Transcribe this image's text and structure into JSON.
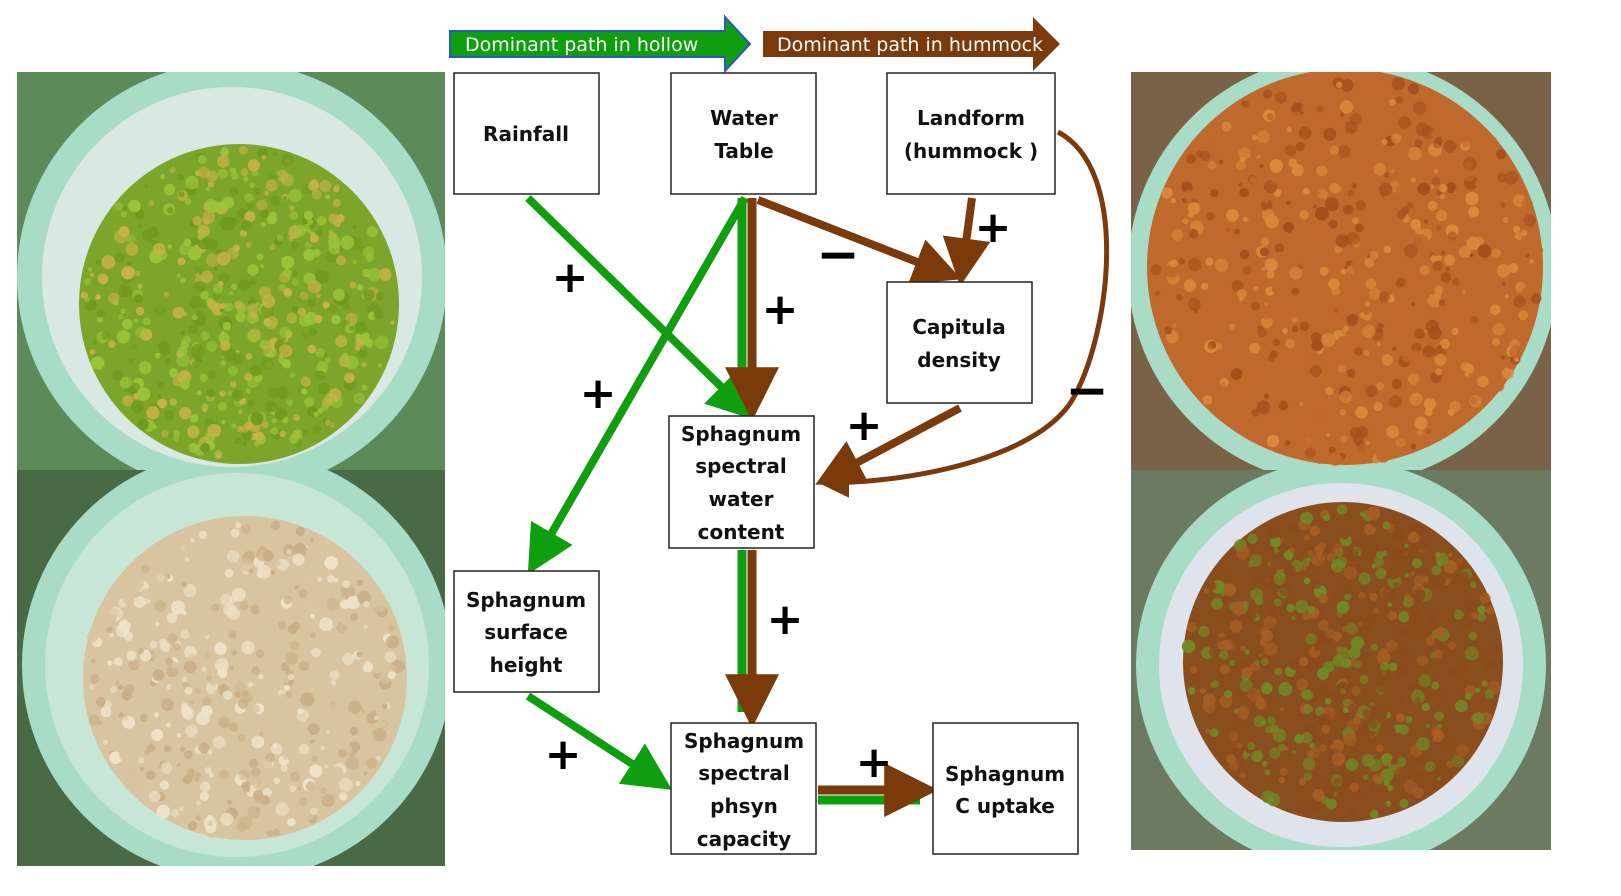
{
  "legend": {
    "hollow": {
      "label": "Dominant path in hollow",
      "color": "#0e9e0e"
    },
    "hummock": {
      "label": "Dominant path in hummock",
      "color": "#7a3a0a"
    }
  },
  "nodes": {
    "rainfall": [
      "Rainfall"
    ],
    "water_table": [
      "Water",
      "Table"
    ],
    "landform": [
      "Landform",
      "(hummock )"
    ],
    "capitula_density": [
      "Capitula",
      "density"
    ],
    "spectral_water_content": [
      "Sphagnum",
      "spectral",
      "water",
      "content"
    ],
    "surface_height": [
      "Sphagnum",
      "surface",
      "height"
    ],
    "phsyn_capacity": [
      "Sphagnum",
      "spectral",
      "phsyn",
      "capacity"
    ],
    "c_uptake": [
      "Sphagnum",
      "C uptake"
    ]
  },
  "signs": {
    "rainfall_to_water_content": "+",
    "water_table_to_water_content": "+",
    "water_table_to_surface_height": "+",
    "water_table_to_capitula": "−",
    "landform_to_capitula": "+",
    "capitula_to_water_content": "+",
    "landform_to_water_content": "−",
    "water_content_to_phsyn": "+",
    "surface_height_to_phsyn": "+",
    "phsyn_to_c_uptake": "+"
  },
  "photos": {
    "top_left": {
      "palette": [
        "#9cc43a",
        "#6f9a1f",
        "#c9b24a"
      ]
    },
    "bottom_left": {
      "palette": [
        "#d9c4a2",
        "#c9ae88",
        "#efe2c8"
      ]
    },
    "top_right": {
      "palette": [
        "#c0692a",
        "#a4501c",
        "#d98a3c"
      ]
    },
    "bottom_right": {
      "palette": [
        "#8a4a1c",
        "#6f8a26",
        "#a55e24"
      ]
    }
  }
}
